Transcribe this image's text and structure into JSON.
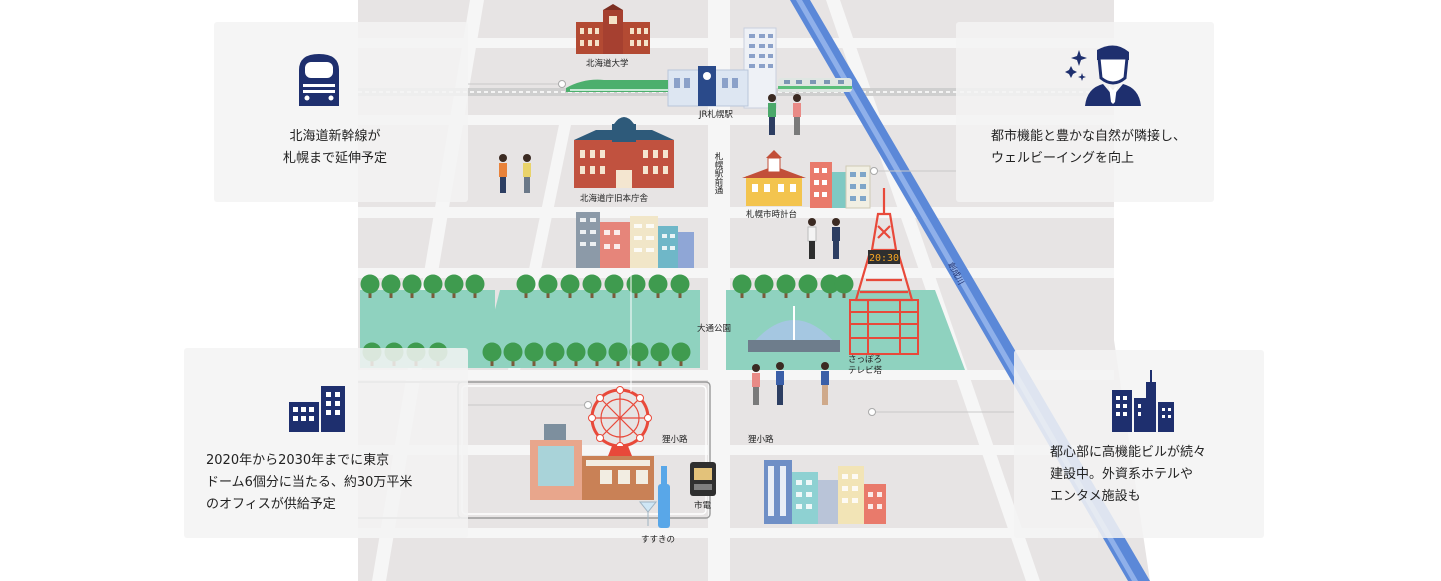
{
  "colors": {
    "navy": "#1e2f6e",
    "park": "#8fd2bf",
    "tree": "#3f9b4f",
    "river": "#5b88d8",
    "road": "#f5f5f5",
    "ground": "#e7e4e4",
    "tower": "#e8493a"
  },
  "callouts": [
    {
      "id": "shinkansen",
      "icon": "shinkansen-train-icon",
      "text": "北海道新幹線が\n札幌まで延伸予定"
    },
    {
      "id": "nature",
      "icon": "businessman-icon",
      "text": "都市機能と豊かな自然が隣接し、\nウェルビーイングを向上"
    },
    {
      "id": "office",
      "icon": "office-building-icon",
      "text": "2020年から2030年までに東京\nドーム6個分に当たる、約30万平米\nのオフィスが供給予定"
    },
    {
      "id": "highrise",
      "icon": "skyscraper-icon",
      "text": "都心部に高機能ビルが続々\n建設中。外資系ホテルや\nエンタメ施設も"
    }
  ],
  "places": {
    "hokkaido_university": "北海道大学",
    "jr_sapporo": "JR札幌駅",
    "old_government": "北海道庁旧本庁舎",
    "station_street": "札幌駅前通",
    "clock_tower": "札幌市時計台",
    "odori_park": "大通公園",
    "tv_tower": "さっぽろ\nテレビ塔",
    "tanuki1": "狸小路",
    "tanuki2": "狸小路",
    "tram": "市電",
    "susukino": "すすきの",
    "river": "創成川",
    "tower_clock": "20:30"
  }
}
